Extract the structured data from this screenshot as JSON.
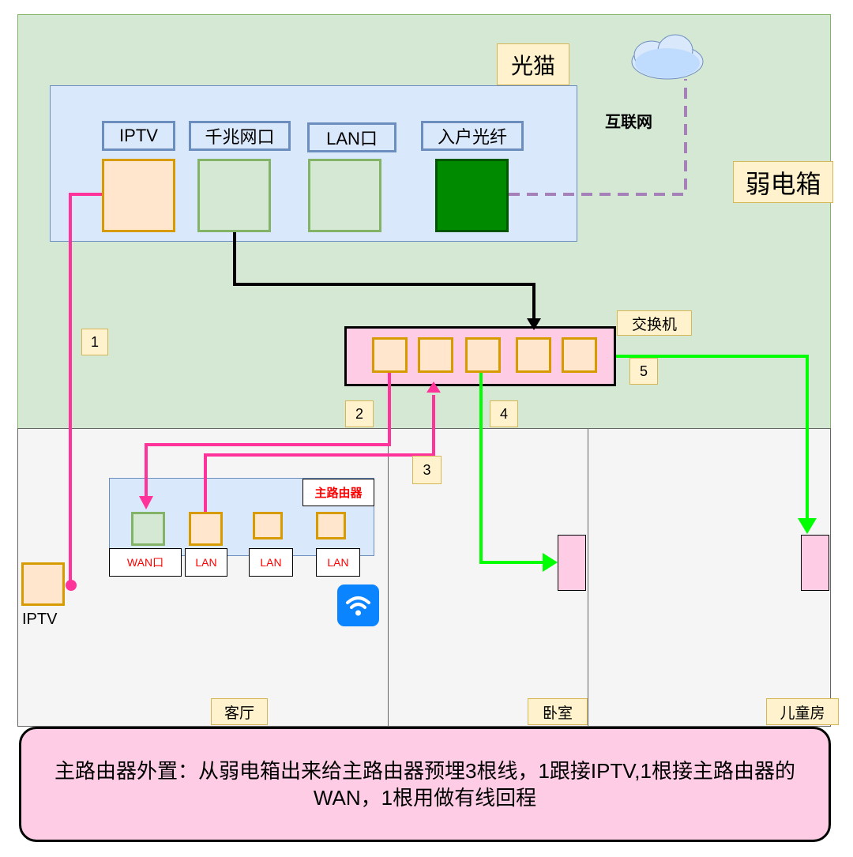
{
  "labels": {
    "modem": "光猫",
    "internet": "互联网",
    "weak_box": "弱电箱",
    "switch": "交换机",
    "living_room": "客厅",
    "bedroom": "卧室",
    "kids_room": "儿童房",
    "iptv_device": "IPTV"
  },
  "modem_ports": [
    "IPTV",
    "千兆网口",
    "LAN口",
    "入户光纤"
  ],
  "router": {
    "title": "主路由器",
    "ports": [
      "WAN口",
      "LAN",
      "LAN",
      "LAN"
    ]
  },
  "cable_numbers": [
    "1",
    "2",
    "3",
    "4",
    "5"
  ],
  "summary": "主路由器外置：从弱电箱出来给主路由器预埋3根线，1跟接IPTV,1根接主路由器的WAN，1根用做有线回程",
  "colors": {
    "iptv_line": "#ff3399",
    "router_line": "#ff3399",
    "switch_uplink": "#000000",
    "room_line": "#00ff00",
    "fiber_line": "#a680b8"
  },
  "icons": [
    "cloud-icon",
    "wifi-icon"
  ]
}
